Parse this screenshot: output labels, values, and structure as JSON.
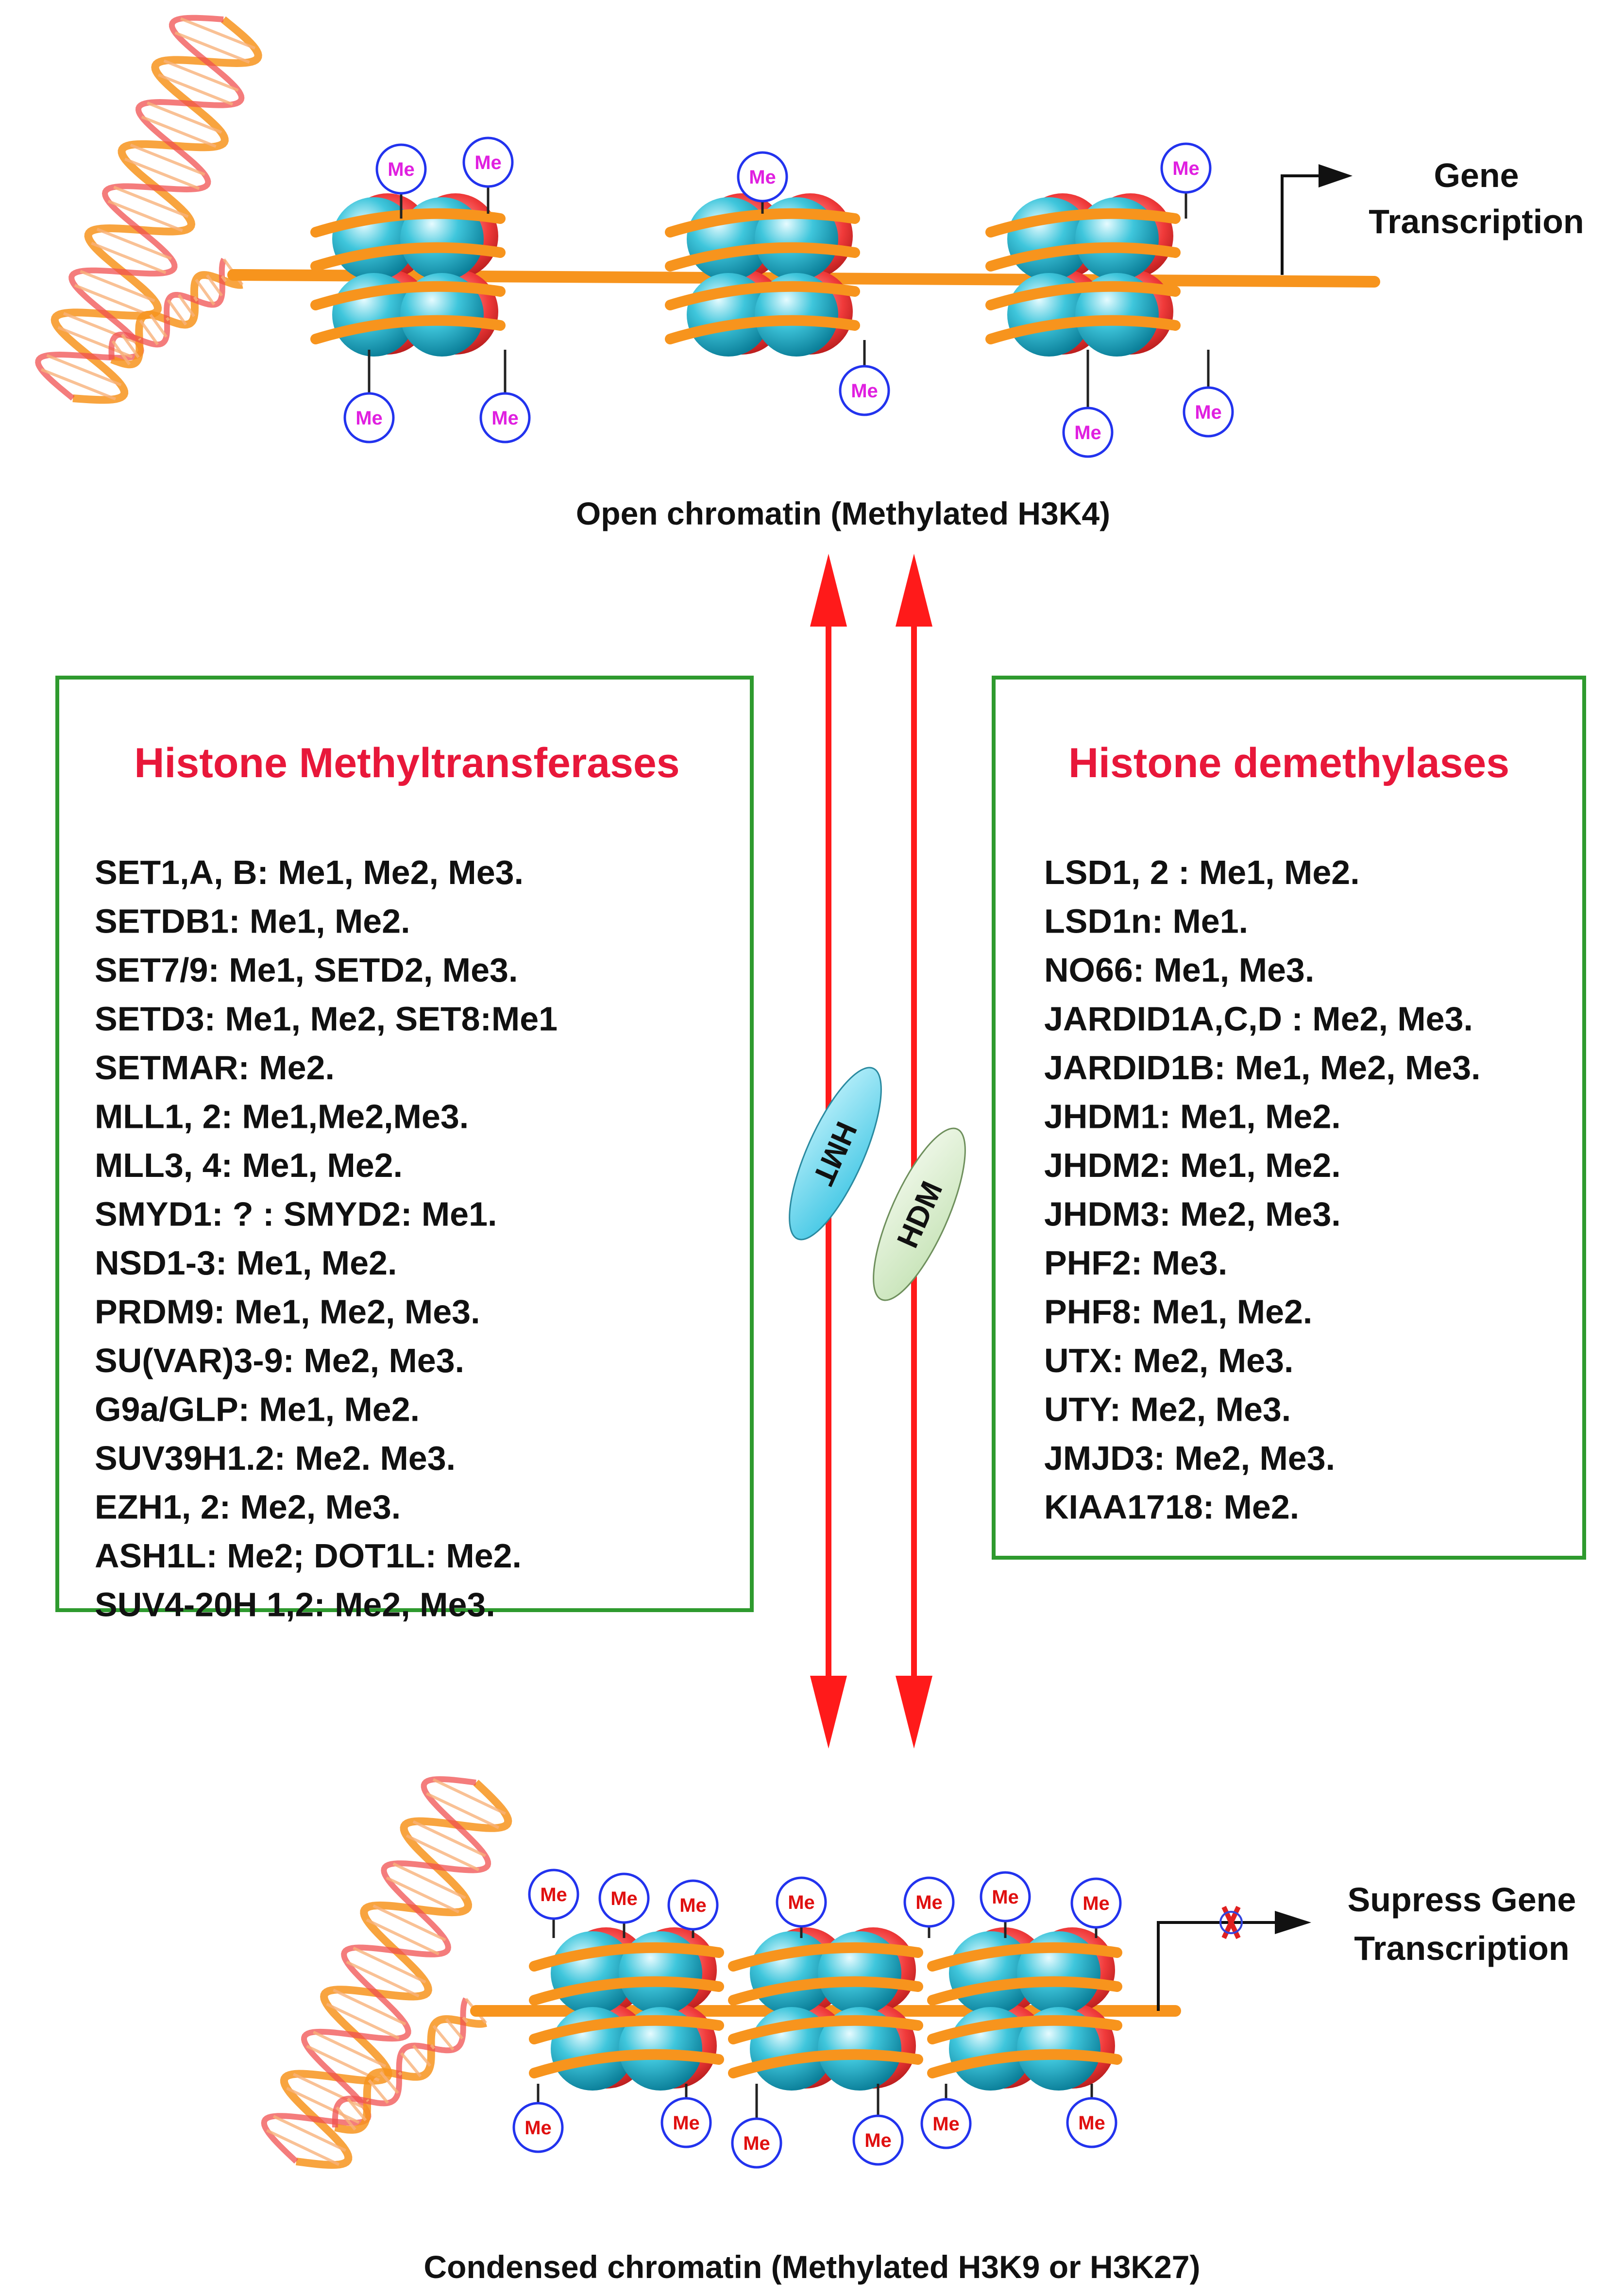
{
  "top": {
    "label_line1": "Gene",
    "label_line2": "Transcription",
    "caption": "Open chromatin (Methylated H3K4)"
  },
  "bottom": {
    "label_line1": "Supress Gene",
    "label_line2": "Transcription",
    "caption": "Condensed chromatin (Methylated H3K9 or H3K27)"
  },
  "me_label": "Me",
  "arrows": {
    "left_label": "HMT",
    "right_label": "HDM"
  },
  "methyltransferases": {
    "title": "Histone Methyltransferases",
    "items": [
      "SET1,A, B: Me1, Me2, Me3.",
      "SETDB1: Me1, Me2.",
      "SET7/9: Me1, SETD2, Me3.",
      "SETD3: Me1, Me2, SET8:Me1",
      "SETMAR: Me2.",
      "MLL1, 2: Me1,Me2,Me3.",
      "MLL3, 4: Me1, Me2.",
      "SMYD1: ? : SMYD2: Me1.",
      "NSD1-3: Me1, Me2.",
      "PRDM9: Me1, Me2, Me3.",
      "SU(VAR)3-9: Me2, Me3.",
      "G9a/GLP: Me1, Me2.",
      "SUV39H1.2: Me2. Me3.",
      "EZH1, 2: Me2, Me3.",
      "ASH1L: Me2; DOT1L: Me2.",
      "SUV4-20H 1,2: Me2, Me3."
    ]
  },
  "demethylases": {
    "title": "Histone demethylases",
    "items": [
      "LSD1, 2 : Me1, Me2.",
      "LSD1n: Me1.",
      "NO66: Me1, Me3.",
      "JARDID1A,C,D : Me2, Me3.",
      "JARDID1B: Me1, Me2, Me3.",
      "JHDM1: Me1, Me2.",
      "JHDM2: Me1, Me2.",
      "JHDM3: Me2, Me3.",
      "PHF2: Me3.",
      "PHF8: Me1, Me2.",
      "UTX: Me2, Me3.",
      "UTY: Me2, Me3.",
      "JMJD3: Me2, Me3.",
      "KIAA1718: Me2."
    ]
  },
  "colors": {
    "heading_red": "#e8173a",
    "box_border": "#2e9a2e",
    "arrow_red": "#ff1a1a",
    "dna_strand": "#f7941d",
    "histone_cyan": "#2bbfd6",
    "histone_red": "#f03a3a",
    "me_top_text": "#e020e0",
    "me_bottom_text": "#e01010",
    "me_circle": "#2233ee",
    "hmt_ellipse": "#6fd8ee",
    "hdm_ellipse": "#dcefd0"
  }
}
